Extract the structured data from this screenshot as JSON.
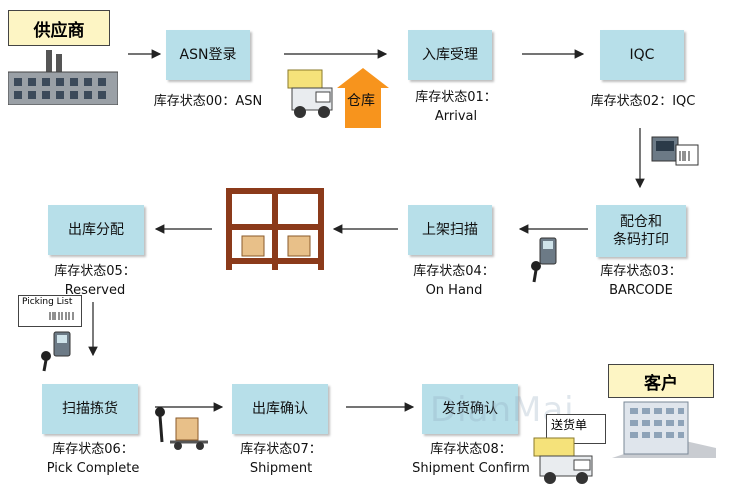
{
  "nodes": {
    "supplier": "供应商",
    "customer": "客户",
    "warehouse": "仓库",
    "asn": "ASN登录",
    "receive": "入库受理",
    "iqc": "IQC",
    "allocate_l1": "配仓和",
    "allocate_l2": "条码打印",
    "putaway": "上架扫描",
    "outbound_alloc": "出库分配",
    "pick": "扫描拣货",
    "ship_confirm": "出库确认",
    "delivery_confirm": "发货确认"
  },
  "statuses": {
    "s00": "库存状态00：ASN",
    "s01_l1": "库存状态01：",
    "s01_l2": "Arrival",
    "s02": "库存状态02：IQC",
    "s03_l1": "库存状态03：",
    "s03_l2": "BARCODE",
    "s04_l1": "库存状态04：",
    "s04_l2": "On Hand",
    "s05_l1": "库存状态05：",
    "s05_l2": "Reserved",
    "s06_l1": "库存状态06：",
    "s06_l2": "Pick Complete",
    "s07_l1": "库存状态07：",
    "s07_l2": "Shipment",
    "s08_l1": "库存状态08：",
    "s08_l2": "Shipment Confirm"
  },
  "docs": {
    "picking_list": "Picking List",
    "delivery_note": "送货单"
  },
  "watermark": "DianMai",
  "colors": {
    "box": "#b7dfe9",
    "tag": "#fdf5c4",
    "warehouse_arrow": "#f7941d"
  }
}
